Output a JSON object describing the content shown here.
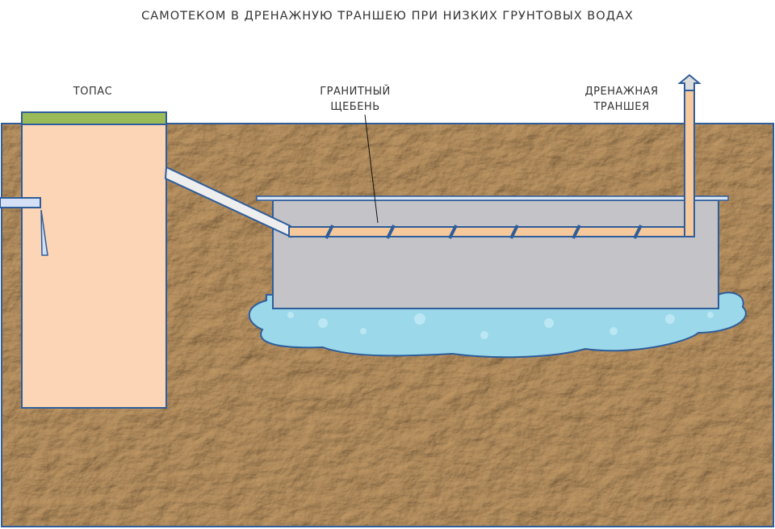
{
  "title": "САМОТЕКОМ В ДРЕНАЖНУЮ ТРАНШЕЮ ПРИ НИЗКИХ ГРУНТОВЫХ ВОДАХ",
  "labels": {
    "tank": "ТОПАС",
    "gravel_line1": "ГРАНИТНЫЙ",
    "gravel_line2": "ЩЕБЕНЬ",
    "trench_line1": "ДРЕНАЖНАЯ",
    "trench_line2": "ТРАНШЕЯ"
  },
  "colors": {
    "soil": "#a47a4c",
    "tank": "#fbd5b5",
    "lid": "#9bbb59",
    "outline": "#2f5d9a",
    "gravel": "#b5b5b8",
    "water": "#9ad8ea",
    "pipe": "#f5c99c"
  }
}
